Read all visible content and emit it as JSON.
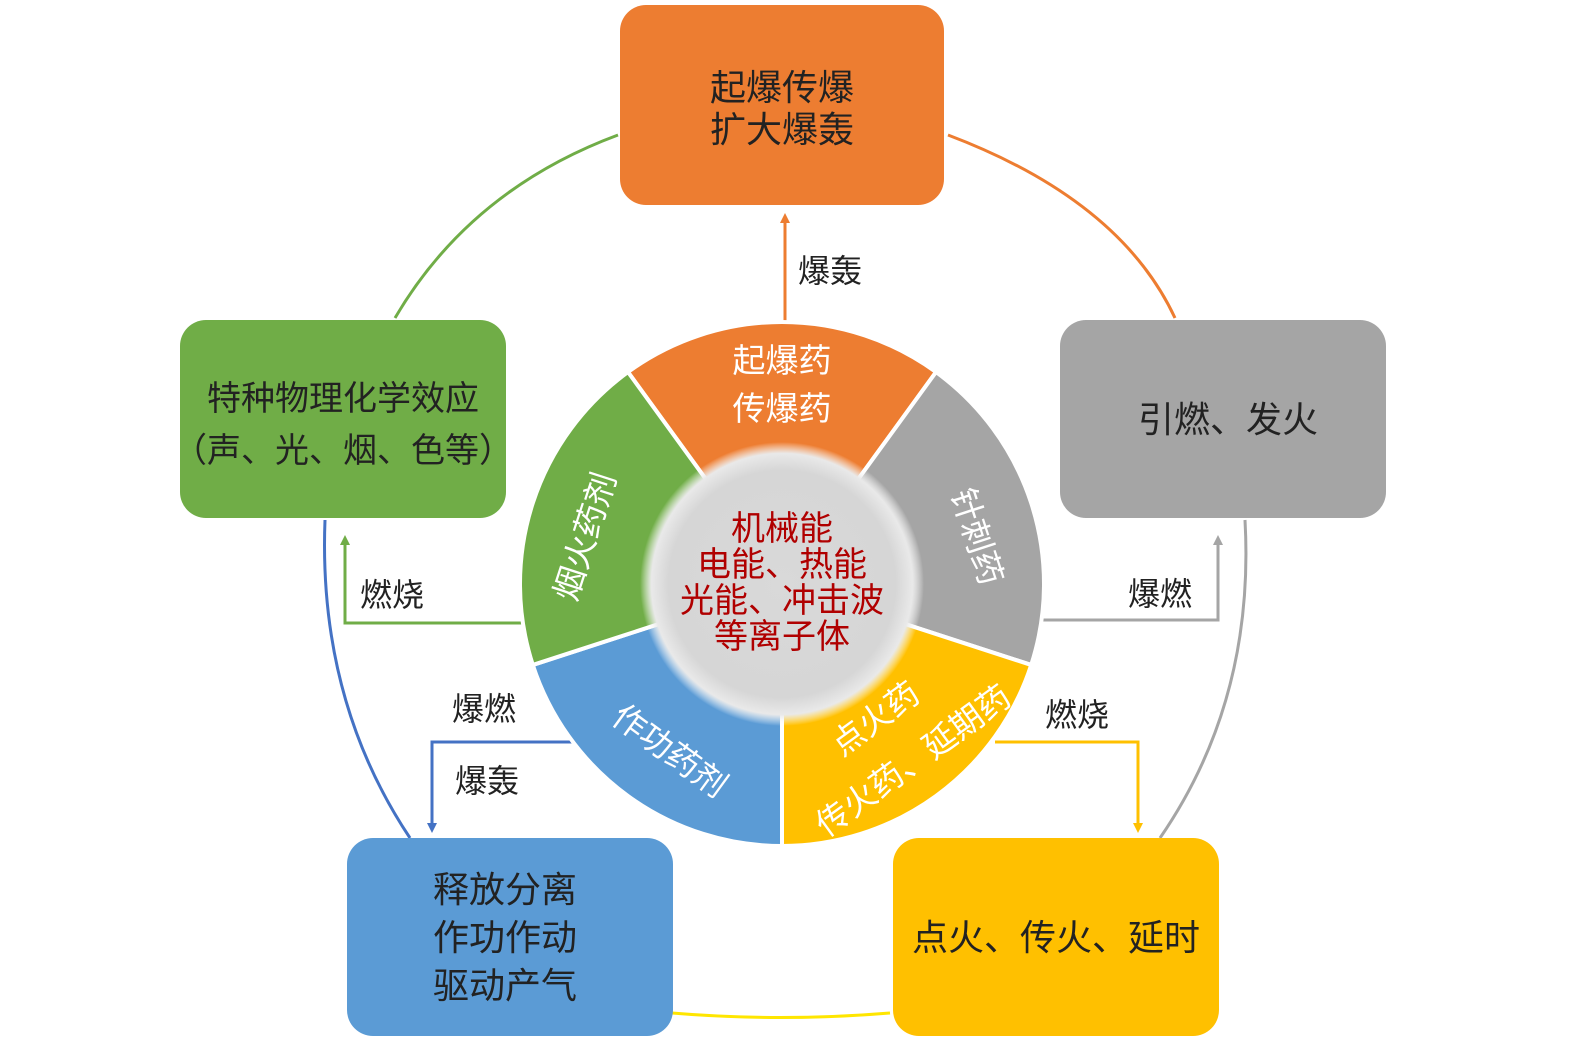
{
  "colors": {
    "orange": "#ED7D31",
    "gray": "#A5A5A5",
    "yellow": "#FFC000",
    "blue": "#5B9BD5",
    "green": "#70AD47",
    "center_text": "#B00000"
  },
  "boxes": {
    "top": {
      "lines": [
        "起爆传爆",
        "扩大爆轰"
      ]
    },
    "right": {
      "lines": [
        "引燃、发火"
      ]
    },
    "bottom_right": {
      "lines": [
        "点火、传火、延时"
      ]
    },
    "bottom_left": {
      "lines": [
        "释放分离",
        "作功作动",
        "驱动产气"
      ]
    },
    "left": {
      "lines": [
        "特种物理化学效应",
        "（声、光、烟、色等）"
      ]
    }
  },
  "segments": {
    "top": {
      "lines": [
        "起爆药",
        "传爆药"
      ]
    },
    "right": {
      "lines": [
        "针刺药"
      ]
    },
    "bottom_right": {
      "lines": [
        "点火药",
        "传火药、延期药"
      ]
    },
    "bottom_left": {
      "lines": [
        "作功药剂"
      ]
    },
    "left": {
      "lines": [
        "烟火药剂"
      ]
    }
  },
  "center": {
    "lines": [
      "机械能",
      "电能、热能",
      "光能、冲击波",
      "等离子体"
    ]
  },
  "edge_labels": {
    "to_top": "爆轰",
    "to_right": "爆燃",
    "to_bottom_right": "燃烧",
    "to_bottom_left_1": "爆燃",
    "to_bottom_left_2": "爆轰",
    "to_left": "燃烧"
  }
}
